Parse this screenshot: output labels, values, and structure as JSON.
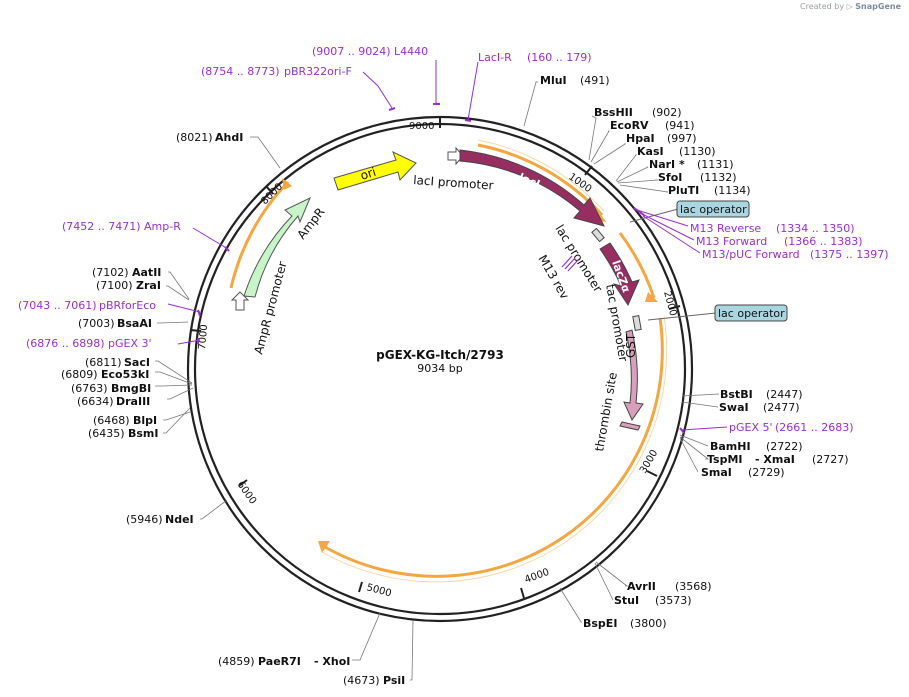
{
  "credit": {
    "prefix": "Created by",
    "brand": "SnapGene"
  },
  "title": "pGEX-KG-Itch/2793",
  "size": "9034 bp",
  "ticks": [
    "9000",
    "1000",
    "2000",
    "3000",
    "4000",
    "5000",
    "6000",
    "7000",
    "8000"
  ],
  "enzymes": {
    "MluI": "MluI",
    "MluI_pos": "(491)",
    "BssHII": "BssHII",
    "BssHII_pos": "(902)",
    "EcoRV": "EcoRV",
    "EcoRV_pos": "(941)",
    "HpaI": "HpaI",
    "HpaI_pos": "(997)",
    "KasI": "KasI",
    "KasI_pos": "(1130)",
    "NarI": "NarI *",
    "NarI_pos": "(1131)",
    "SfoI": "SfoI",
    "SfoI_pos": "(1132)",
    "PluTI": "PluTI",
    "PluTI_pos": "(1134)",
    "BstBI": "BstBI",
    "BstBI_pos": "(2447)",
    "SwaI": "SwaI",
    "SwaI_pos": "(2477)",
    "BamHI": "BamHI",
    "BamHI_pos": "(2722)",
    "TspMI": "TspMI",
    "XmaI": "- XmaI",
    "TspMI_pos": "(2727)",
    "SmaI": "SmaI",
    "SmaI_pos": "(2729)",
    "AvrII": "AvrII",
    "AvrII_pos": "(3568)",
    "StuI": "StuI",
    "StuI_pos": "(3573)",
    "BspEI": "BspEI",
    "BspEI_pos": "(3800)",
    "PsiI": "PsiI",
    "PsiI_pos": "(4673)",
    "PaeR7I": "PaeR7I",
    "XhoI": "- XhoI",
    "PaeR7I_pos": "(4859)",
    "NdeI": "NdeI",
    "NdeI_pos": "(5946)",
    "BsmI": "BsmI",
    "BsmI_pos": "(6435)",
    "BlpI": "BlpI",
    "BlpI_pos": "(6468)",
    "DraIII": "DraIII",
    "DraIII_pos": "(6634)",
    "BmgBI": "BmgBI",
    "BmgBI_pos": "(6763)",
    "Eco53kI": "Eco53kI",
    "Eco53kI_pos": "(6809)",
    "SacI": "SacI",
    "SacI_pos": "(6811)",
    "BsaAI": "BsaAI",
    "BsaAI_pos": "(7003)",
    "ZraI": "ZraI",
    "ZraI_pos": "(7100)",
    "AatII": "AatII",
    "AatII_pos": "(7102)",
    "AhdI": "AhdI",
    "AhdI_pos": "(8021)"
  },
  "primers": {
    "L4440_pos": "(9007 .. 9024)",
    "L4440": "L4440",
    "pBR322ori_pos": "(8754 .. 8773)",
    "pBR322ori": "pBR322ori-F",
    "LacIR": "LacI-R",
    "LacIR_pos": "(160 .. 179)",
    "M13Rev": "M13 Reverse",
    "M13Rev_pos": "(1334 .. 1350)",
    "M13Fwd": "M13 Forward",
    "M13Fwd_pos": "(1366 .. 1383)",
    "M13pUC": "M13/pUC Forward",
    "M13pUC_pos": "(1375 .. 1397)",
    "pGEX5": "pGEX 5'",
    "pGEX5_pos": "(2661 .. 2683)",
    "AmpR_pos": "(7452 .. 7471)",
    "AmpR": "Amp-R",
    "pBRforEco_pos": "(7043 .. 7061)",
    "pBRforEco": "pBRforEco",
    "pGEX3_pos": "(6876 .. 6898)",
    "pGEX3": "pGEX 3'"
  },
  "features": {
    "lacI": "lacI",
    "lacI_promoter": "lacI promoter",
    "lac_promoter": "lac promoter",
    "lacZa": "lacZα",
    "M13_rev": "M13 rev",
    "tac_promoter": "tac promoter",
    "GST": "GST",
    "thrombin_site": "thrombin site",
    "ori": "ori",
    "AmpR": "AmpR",
    "AmpR_promoter": "AmpR promoter",
    "lac_operator_1": "lac operator",
    "lac_operator_2": "lac operator"
  },
  "colors": {
    "lacI": "#962e62",
    "lacZa": "#962e62",
    "GST": "#d8a0bc",
    "ori": "#ffff00",
    "AmpR": "#c8f5c8",
    "orf": "#f4a640",
    "primer": "#9b2fd1",
    "operator": "#a9d6e0"
  }
}
